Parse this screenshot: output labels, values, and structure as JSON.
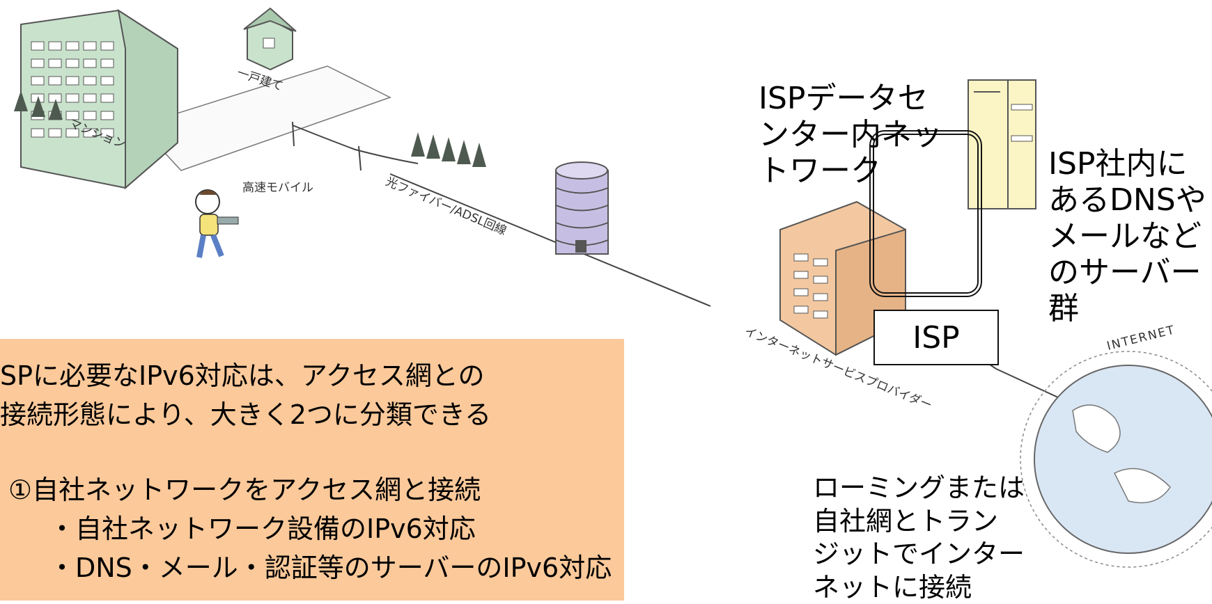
{
  "illustration": {
    "mansion_label": "マンション",
    "house_label": "一戸建て",
    "mobile_label": "高速モバイル",
    "line_label": "光ファイバー/ADSL回線",
    "provider_label": "インターネットサービスプロバイダー",
    "internet_label": "INTERNET"
  },
  "annotations": {
    "isp_dc_network": [
      "ISPデータセ",
      "ンター内ネッ",
      "トワーク"
    ],
    "isp_servers": [
      "ISP社内に",
      "あるDNSや",
      "メールなど",
      "のサーバー",
      "群"
    ],
    "isp_box": "ISP",
    "roaming": [
      "ローミングまたは",
      "自社網とトラン",
      "ジットでインター",
      "ネットに接続"
    ]
  },
  "summary_box": {
    "line1": "SPに必要なIPv6対応は、アクセス網との",
    "line2": "接続形態により、大きく2つに分類できる",
    "item1": "①自社ネットワークをアクセス網と接続",
    "item1_sub1": "・自社ネットワーク設備のIPv6対応",
    "item1_sub2": "・DNS・メール・認証等のサーバーのIPv6対応"
  },
  "colors": {
    "summary_bg": "#fbc99a",
    "building_green": "#c9e2cc",
    "building_orange": "#f3c8a0",
    "server_yellow": "#fbf4c4",
    "db_purple": "#c7bfe3",
    "globe_blue": "#d9e6f4"
  }
}
